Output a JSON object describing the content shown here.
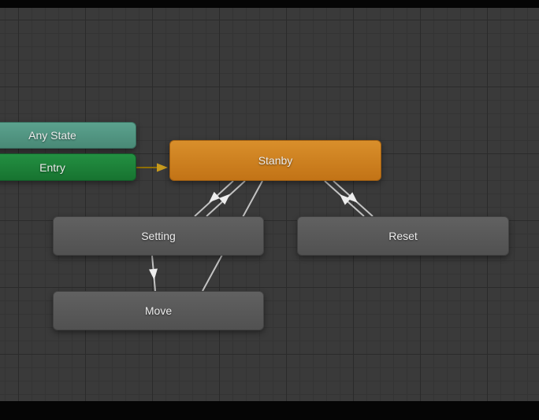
{
  "view": {
    "type": "animator-state-machine-graph",
    "background_color": "#3a3a3a",
    "grid_major_color": "#2b2b2b",
    "grid_minor_color": "#343434"
  },
  "nodes": [
    {
      "id": "any-state",
      "label": "Any State",
      "color": "#54English9a85",
      "role": "any-state"
    },
    {
      "id": "entry",
      "label": "Entry",
      "color": "#1d8038",
      "role": "entry"
    },
    {
      "id": "stanby",
      "label": "Stanby",
      "color": "#cf8122",
      "role": "default-state"
    },
    {
      "id": "setting",
      "label": "Setting",
      "color": "#585858",
      "role": "state"
    },
    {
      "id": "reset",
      "label": "Reset",
      "color": "#585858",
      "role": "state"
    },
    {
      "id": "move",
      "label": "Move",
      "color": "#585858",
      "role": "state"
    }
  ],
  "transitions": [
    {
      "from": "Entry",
      "to": "Stanby",
      "color": "#c79a1e"
    },
    {
      "from": "Stanby",
      "to": "Setting",
      "color": "#ededed"
    },
    {
      "from": "Setting",
      "to": "Stanby",
      "color": "#ededed"
    },
    {
      "from": "Stanby",
      "to": "Reset",
      "color": "#ededed"
    },
    {
      "from": "Reset",
      "to": "Stanby",
      "color": "#ededed"
    },
    {
      "from": "Setting",
      "to": "Move",
      "color": "#ededed"
    },
    {
      "from": "Move",
      "to": "Stanby",
      "color": "#ededed"
    }
  ]
}
